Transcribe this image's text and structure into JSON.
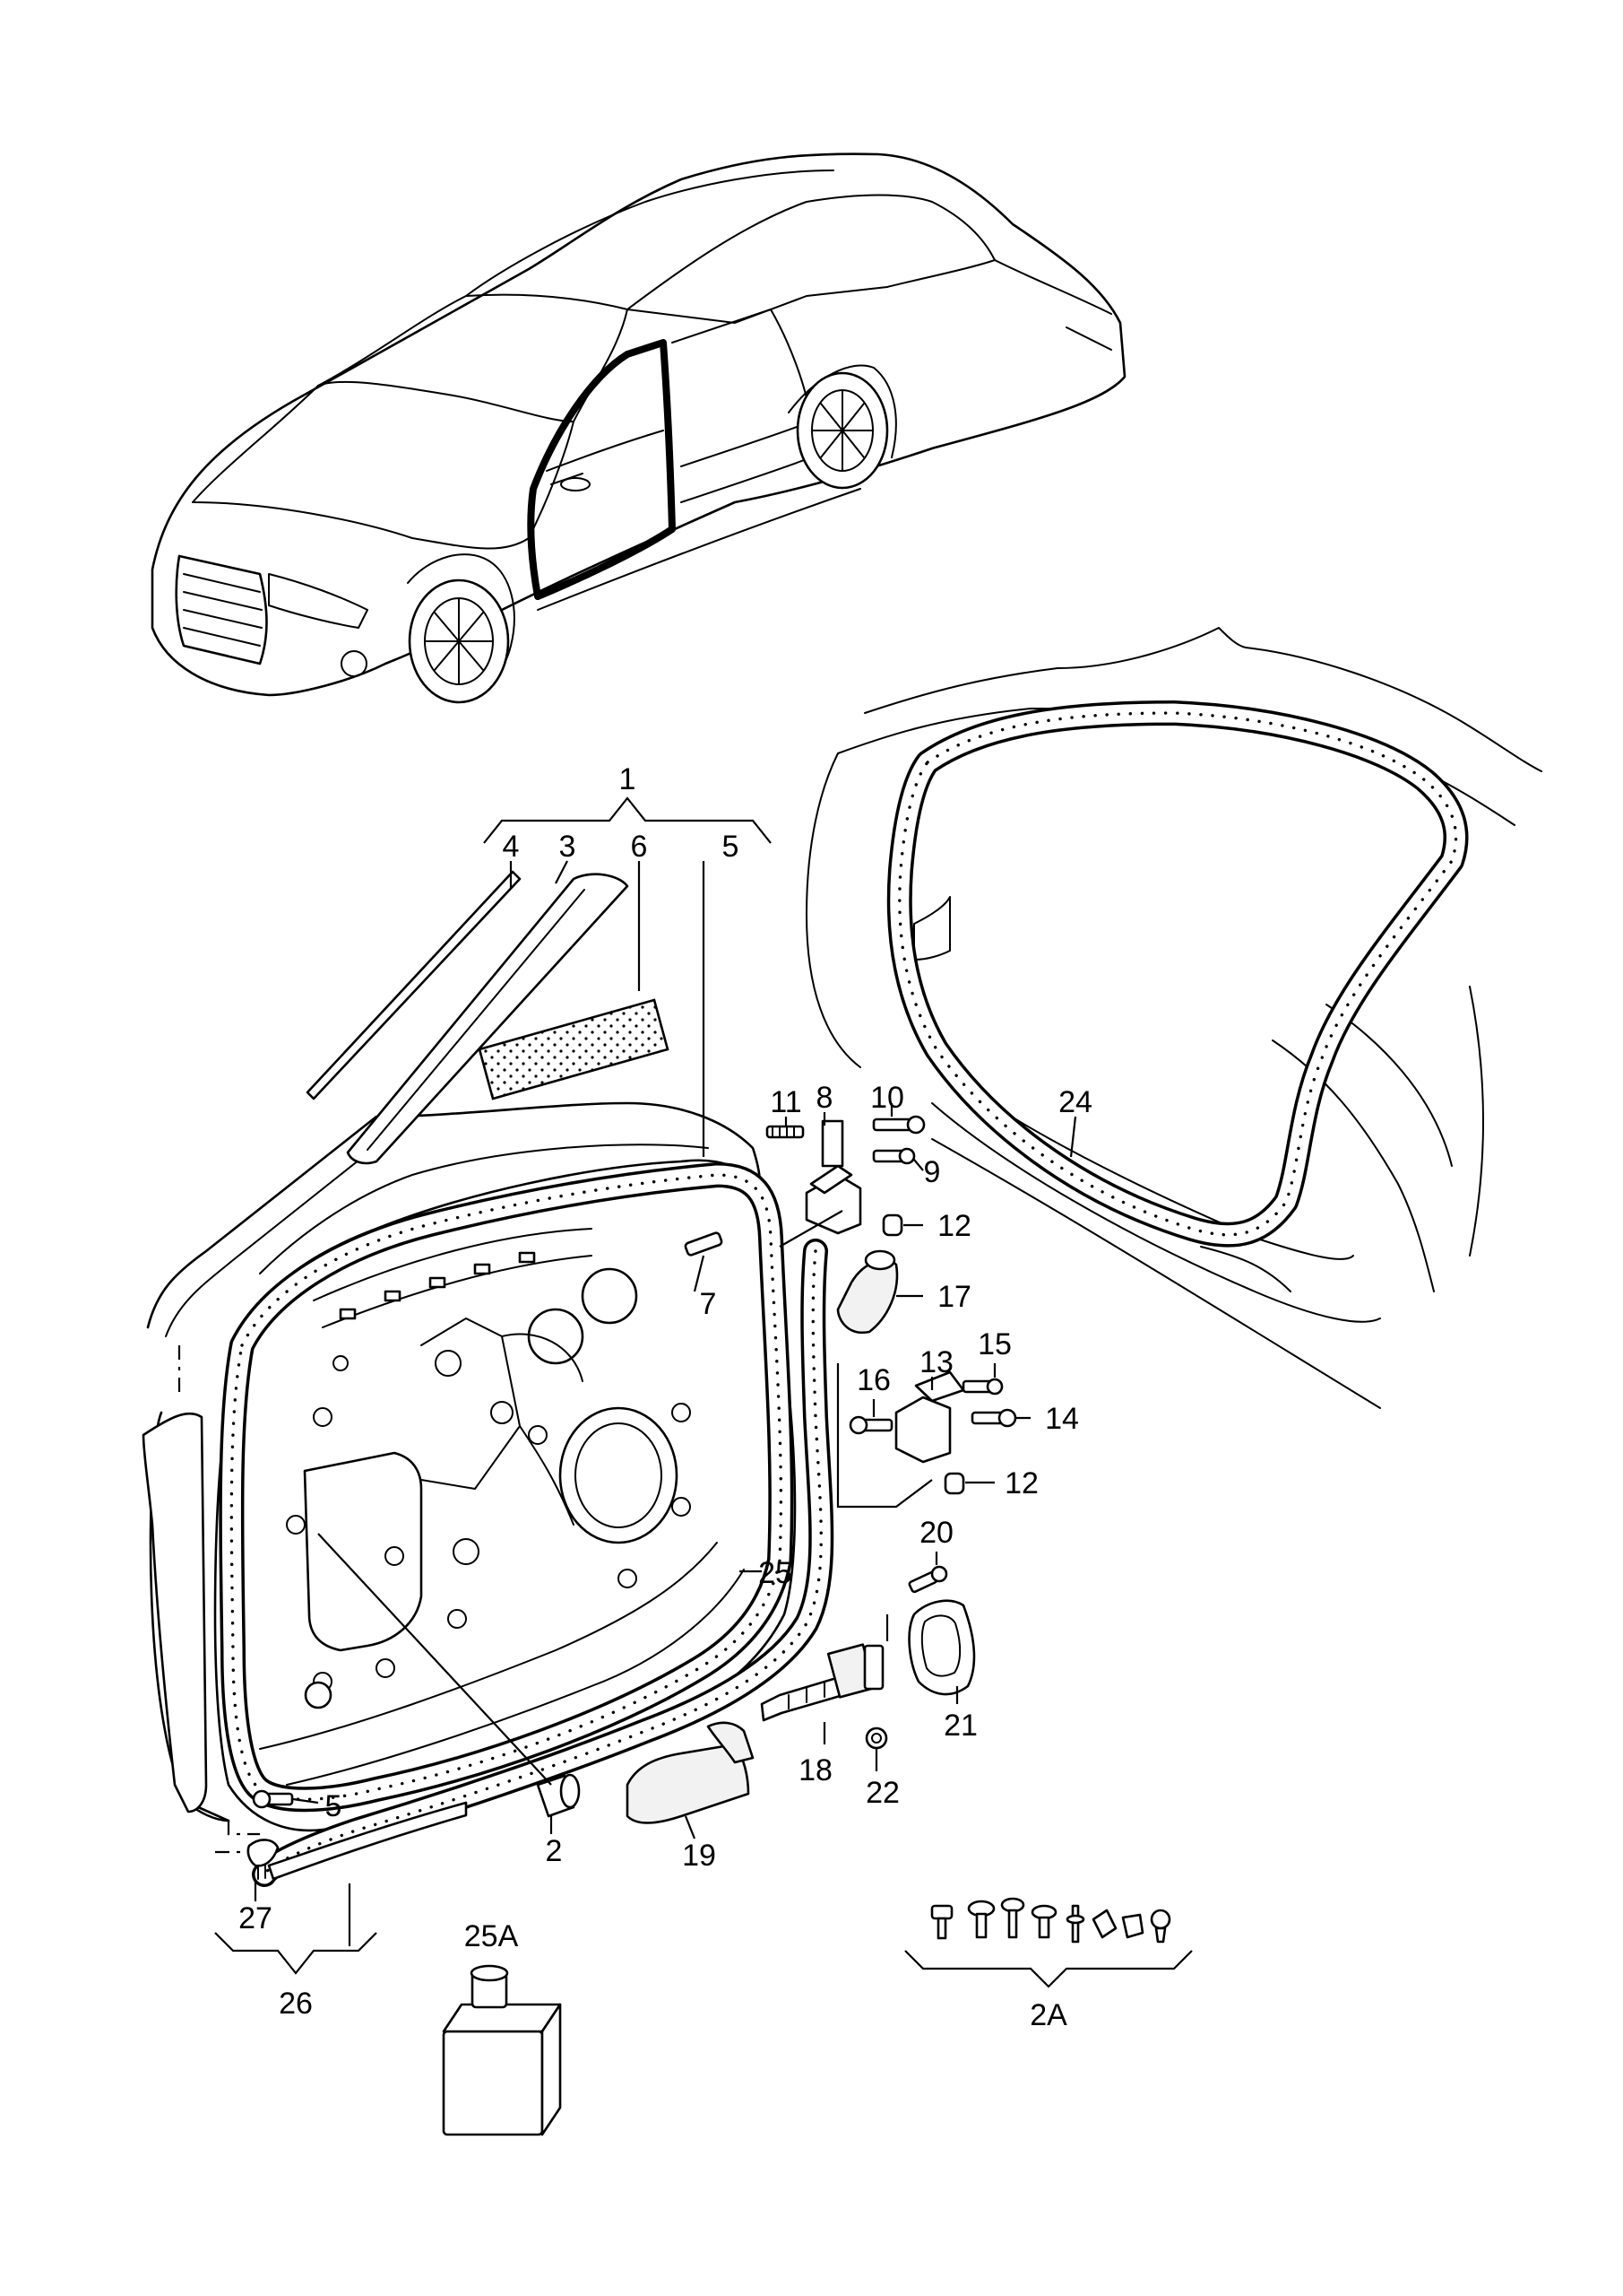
{
  "callouts": {
    "c1": "1",
    "c2": "2",
    "c2A": "2A",
    "c3": "3",
    "c4": "4",
    "c5a": "5",
    "c5b": "5",
    "c6": "6",
    "c7": "7",
    "c8": "8",
    "c9": "9",
    "c10": "10",
    "c11": "11",
    "c12a": "12",
    "c12b": "12",
    "c13": "13",
    "c14": "14",
    "c15": "15",
    "c16": "16",
    "c17": "17",
    "c18": "18",
    "c19": "19",
    "c20": "20",
    "c21": "21",
    "c22": "22",
    "c24": "24",
    "c25": "25",
    "c25A": "25A",
    "c26": "26",
    "c27": "27"
  }
}
